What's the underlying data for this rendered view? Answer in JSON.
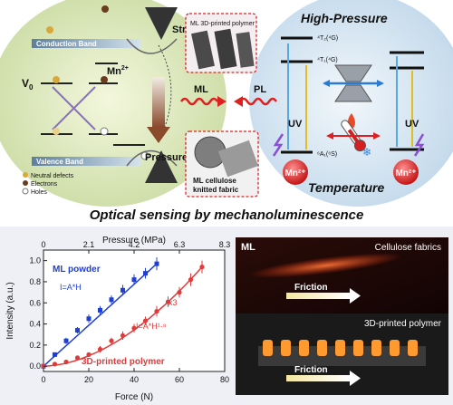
{
  "left_panel": {
    "conduction_band": "Conduction Band",
    "valence_band": "Valence Band",
    "v0": "V",
    "v0_sub": "0",
    "mn_label": "Mn",
    "mn_sup": "2+",
    "stress": "Stress",
    "pressure": "Pressure",
    "legend": [
      "Neutral defects",
      "Electrons",
      "Holes"
    ]
  },
  "center_panel": {
    "polymer_label": "ML 3D-printed polymer",
    "fabric_label": "ML cellulose knitted fabric",
    "ml_arrow": "ML",
    "pl_arrow": "PL"
  },
  "right_panel": {
    "high_pressure": "High-Pressure",
    "temperature": "Temperature",
    "levels": [
      "⁴T₂(⁴G)",
      "⁴T₁(⁴G)",
      "⁶A₁(⁶S)"
    ],
    "uv_left": "UV",
    "uv_right": "UV",
    "mn_ion": "Mn²⁺"
  },
  "headline": "Optical sensing by mechanoluminescence",
  "chart_data": {
    "type": "scatter",
    "xlabel": "Force (N)",
    "x2label": "Pressure (MPa)",
    "ylabel": "Intensity (a.u.)",
    "xlim": [
      0,
      80
    ],
    "ylim": [
      -0.05,
      1.1
    ],
    "x_ticks": [
      0,
      20,
      40,
      60,
      80
    ],
    "x2_ticks": [
      "0",
      "2.1",
      "4.2",
      "6.3",
      "8.3"
    ],
    "y_ticks": [
      0.0,
      0.2,
      0.4,
      0.6,
      0.8,
      1.0
    ],
    "series": [
      {
        "name": "ML powder",
        "color": "#1f3fd1",
        "fit": "I=A*H",
        "x": [
          0,
          5,
          10,
          15,
          20,
          25,
          30,
          35,
          40,
          45,
          50
        ],
        "y": [
          0.0,
          0.11,
          0.24,
          0.34,
          0.45,
          0.53,
          0.63,
          0.72,
          0.82,
          0.88,
          0.97
        ],
        "err": [
          0.02,
          0.02,
          0.03,
          0.03,
          0.04,
          0.04,
          0.04,
          0.05,
          0.05,
          0.05,
          0.06
        ]
      },
      {
        "name": "3D-printed polymer",
        "color": "#e03a3a",
        "fit": "I=A*H¹·⁸",
        "note": "x3",
        "x": [
          0,
          5,
          10,
          15,
          20,
          25,
          30,
          35,
          40,
          45,
          50,
          55,
          60,
          65,
          70
        ],
        "y": [
          0.0,
          0.02,
          0.04,
          0.08,
          0.11,
          0.16,
          0.24,
          0.29,
          0.36,
          0.43,
          0.52,
          0.61,
          0.7,
          0.82,
          0.94
        ],
        "err": [
          0.01,
          0.01,
          0.02,
          0.02,
          0.02,
          0.03,
          0.03,
          0.04,
          0.04,
          0.04,
          0.05,
          0.05,
          0.05,
          0.06,
          0.06
        ]
      }
    ]
  },
  "photos": {
    "top_tag": "ML",
    "top_title": "Cellulose fabrics",
    "top_arrow": "Friction",
    "bottom_title": "3D-printed polymer",
    "bottom_arrow": "Friction"
  }
}
